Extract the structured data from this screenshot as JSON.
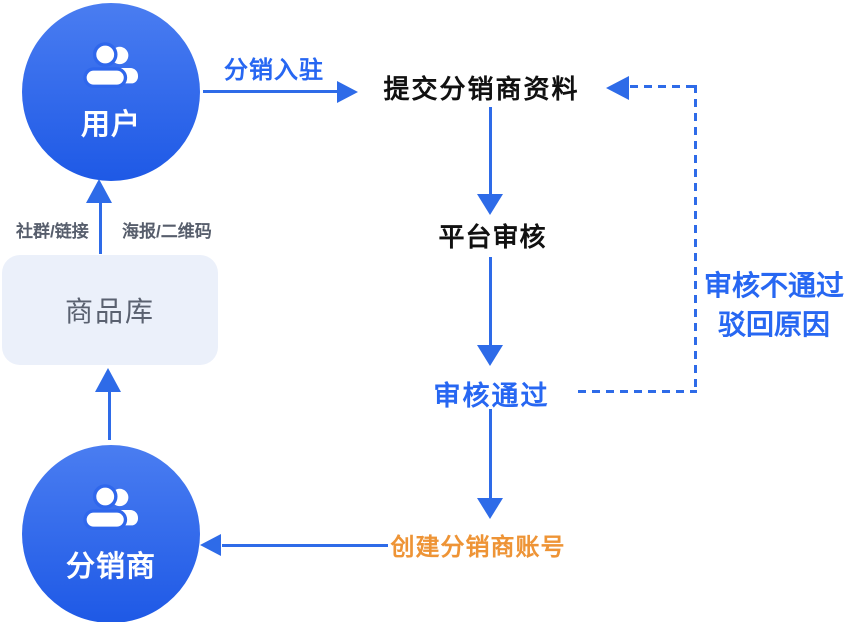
{
  "nodes": {
    "user": {
      "label": "用户"
    },
    "distributor": {
      "label": "分销商"
    },
    "goods_store": {
      "label": "商品库"
    },
    "submit_info": {
      "label": "提交分销商资料"
    },
    "platform_review": {
      "label": "平台审核"
    },
    "review_passed": {
      "label": "审核通过"
    },
    "create_account": {
      "label": "创建分销商账号"
    }
  },
  "edge_labels": {
    "entry": "分销入驻",
    "community_link": "社群/链接",
    "poster_qrcode": "海报/二维码",
    "reject_line1": "审核不通过",
    "reject_line2": "驳回原因"
  },
  "icons": {
    "user_circle_icon": "users-icon",
    "distributor_circle_icon": "users-icon"
  },
  "colors": {
    "arrow_blue": "#2e6be8",
    "text_blue": "#2767f2",
    "accent_orange": "#ee9436",
    "circle_gradient_top": "#4a7df1",
    "circle_gradient_bottom": "#1e59e6",
    "goods_box_bg": "#ebf0fa",
    "goods_box_text": "#5a6170",
    "side_label_gray": "#575e6c",
    "box_text_black": "#111111"
  }
}
